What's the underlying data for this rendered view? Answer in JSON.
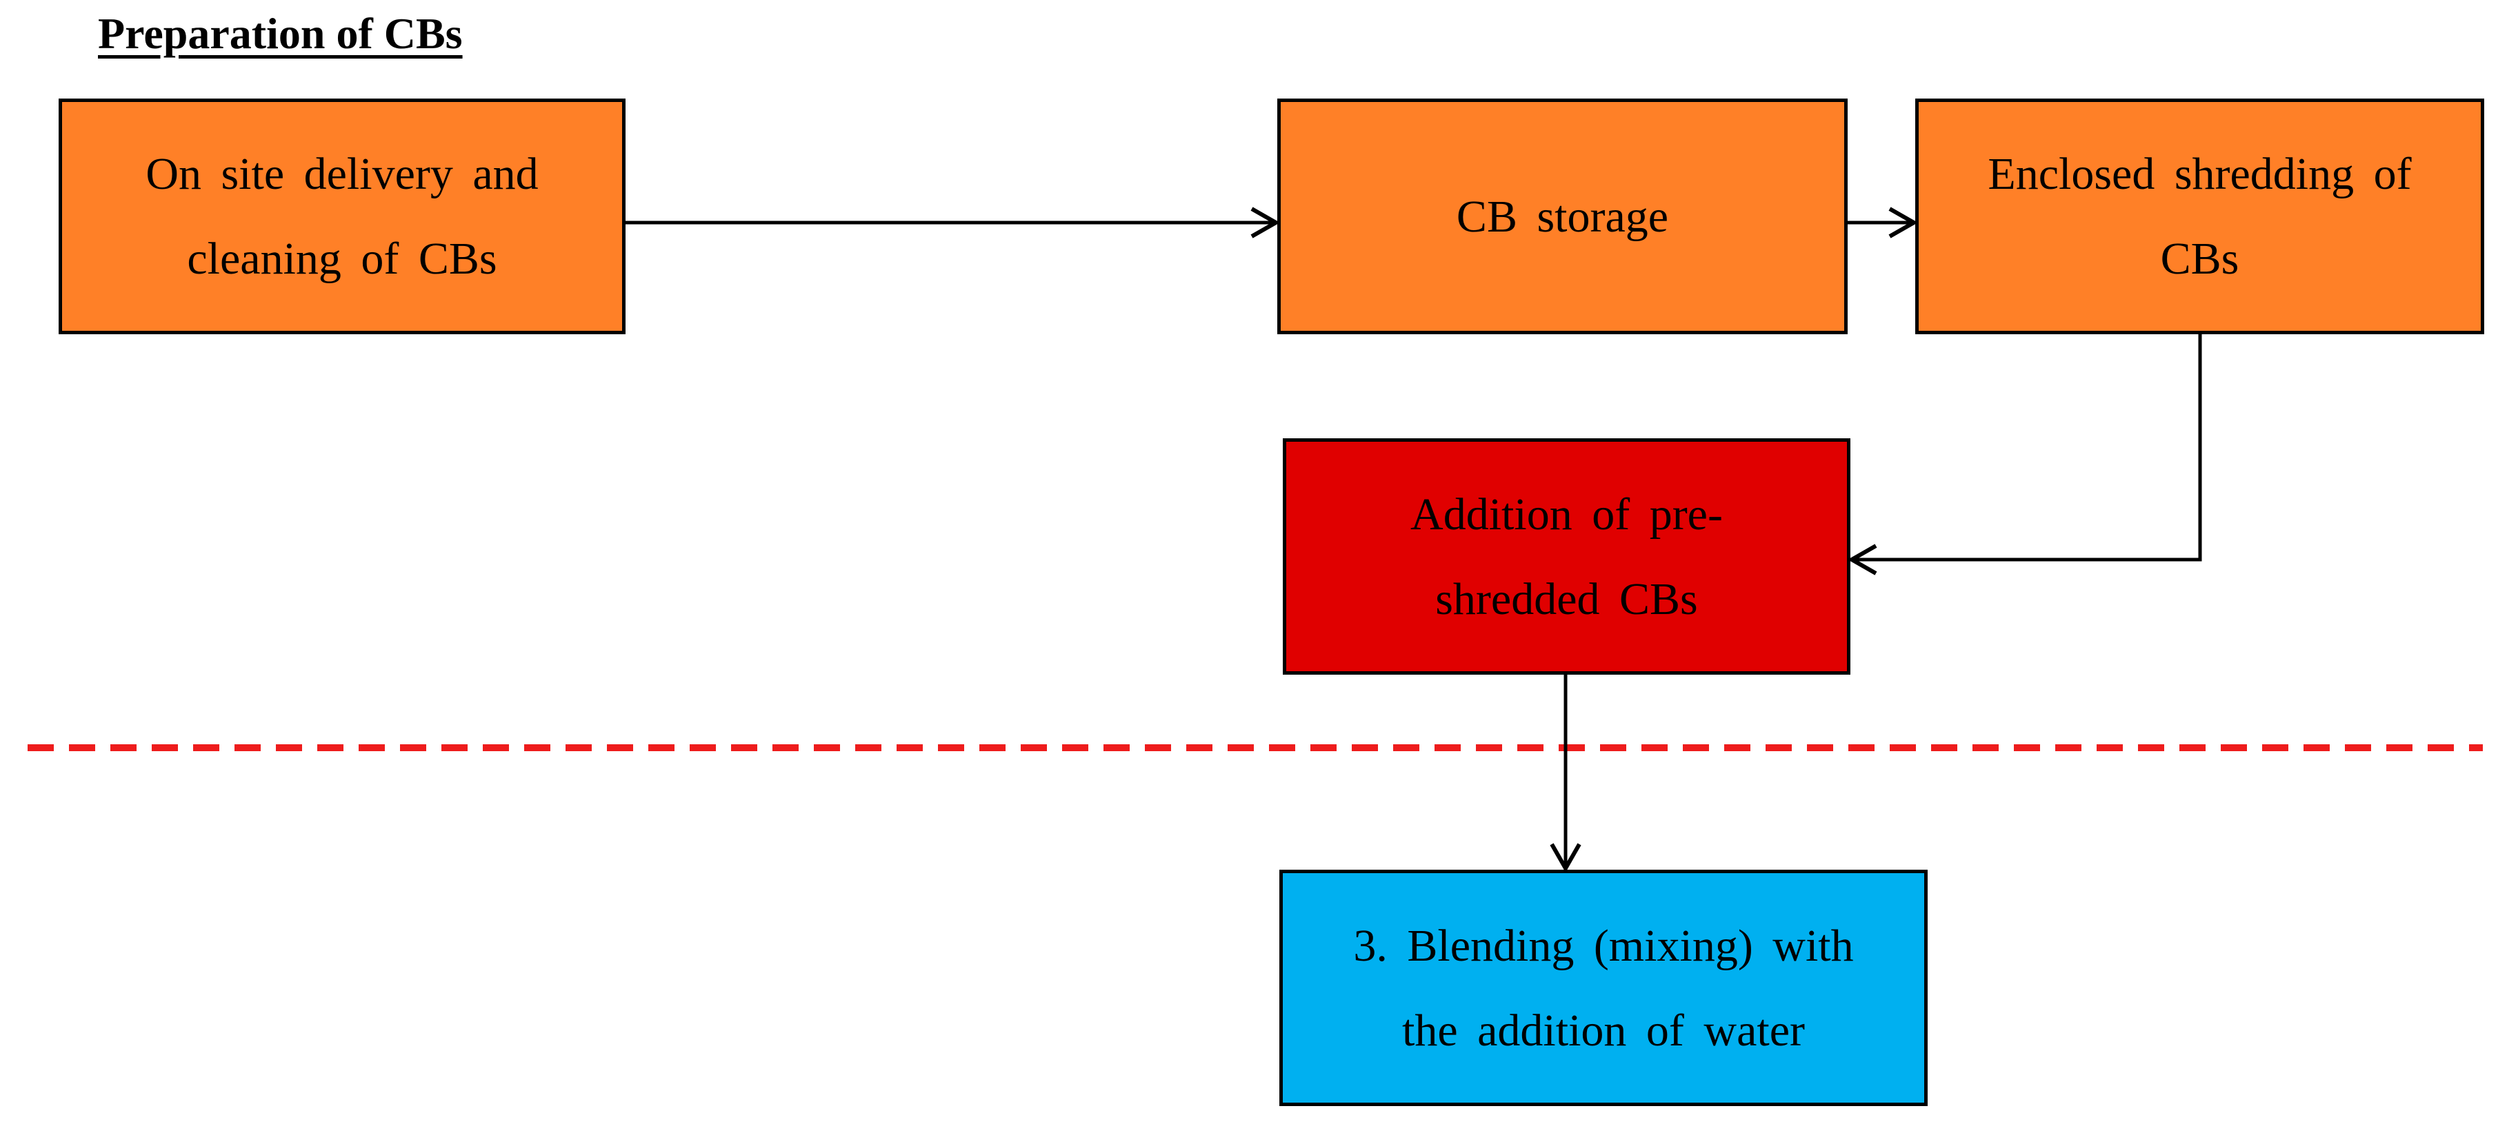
{
  "title": "Preparation of CBs",
  "boxes": {
    "delivery": {
      "lines": [
        "On site delivery and",
        "cleaning of CBs"
      ],
      "color": "#ff8027"
    },
    "storage": {
      "lines": [
        "CB storage"
      ],
      "color": "#ff8027"
    },
    "shred": {
      "lines": [
        "Enclosed shredding of",
        "CBs"
      ],
      "color": "#ff8027"
    },
    "addition": {
      "lines": [
        "Addition of pre-",
        "shredded CBs"
      ],
      "color": "#e00000"
    },
    "blend": {
      "lines": [
        "3. Blending (mixing) with",
        "the addition of water"
      ],
      "color": "#00b0f0"
    }
  },
  "colors": {
    "separator": "#ee1c1c",
    "arrow": "#000000"
  }
}
